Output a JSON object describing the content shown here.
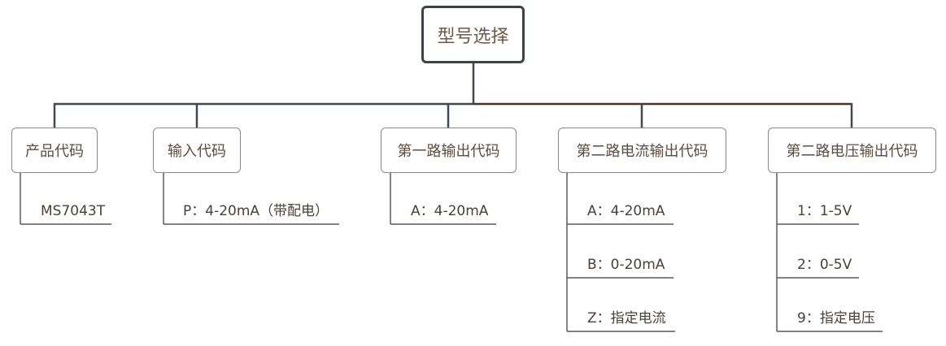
{
  "root": {
    "label": "型号选择"
  },
  "categories": [
    {
      "label": "产品代码",
      "options": [
        "MS7043T"
      ]
    },
    {
      "label": "输入代码",
      "options": [
        "P：4-20mA（带配电）"
      ]
    },
    {
      "label": "第一路输出代码",
      "options": [
        "A：4-20mA"
      ]
    },
    {
      "label": "第二路电流输出代码",
      "options": [
        "A：4-20mA",
        "B：0-20mA",
        "Z：指定电流"
      ]
    },
    {
      "label": "第二路电压输出代码",
      "options": [
        "1：1-5V",
        "2：0-5V",
        "9：指定电压"
      ]
    }
  ],
  "colors": {
    "root-border": "#3b4249",
    "root-text": "#6e5a48",
    "box-border": "#8a8a8a",
    "box-text": "#5e4c3e",
    "leaf-text": "#4a4038",
    "connector": "#3d4953",
    "connector-right": "#4e3024",
    "leaf-line": "#5a5a5a"
  }
}
